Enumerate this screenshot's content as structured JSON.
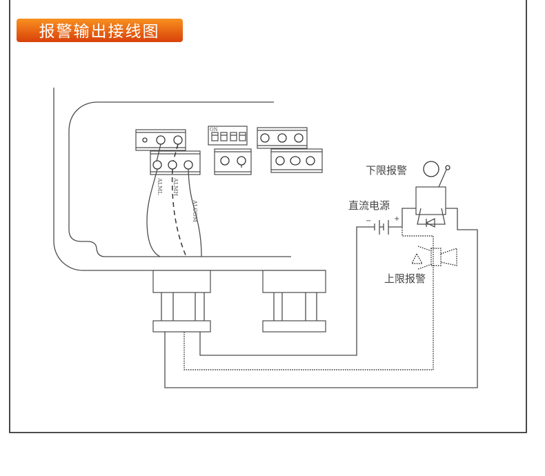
{
  "title": "报警输出接线图",
  "colors": {
    "title_top": "#f9901f",
    "title_bottom": "#d8410a",
    "line": "#333333"
  },
  "device": {
    "dip_switch_label": "ON",
    "wire_labels": {
      "alml": "ALML",
      "almh": "ALMH",
      "alcom": "ALCOM"
    }
  },
  "circuit": {
    "lower_alarm_label": "下限报警",
    "dc_power_label": "直流电源",
    "upper_alarm_label": "上限报警",
    "battery_minus": "−",
    "battery_plus": "+"
  }
}
